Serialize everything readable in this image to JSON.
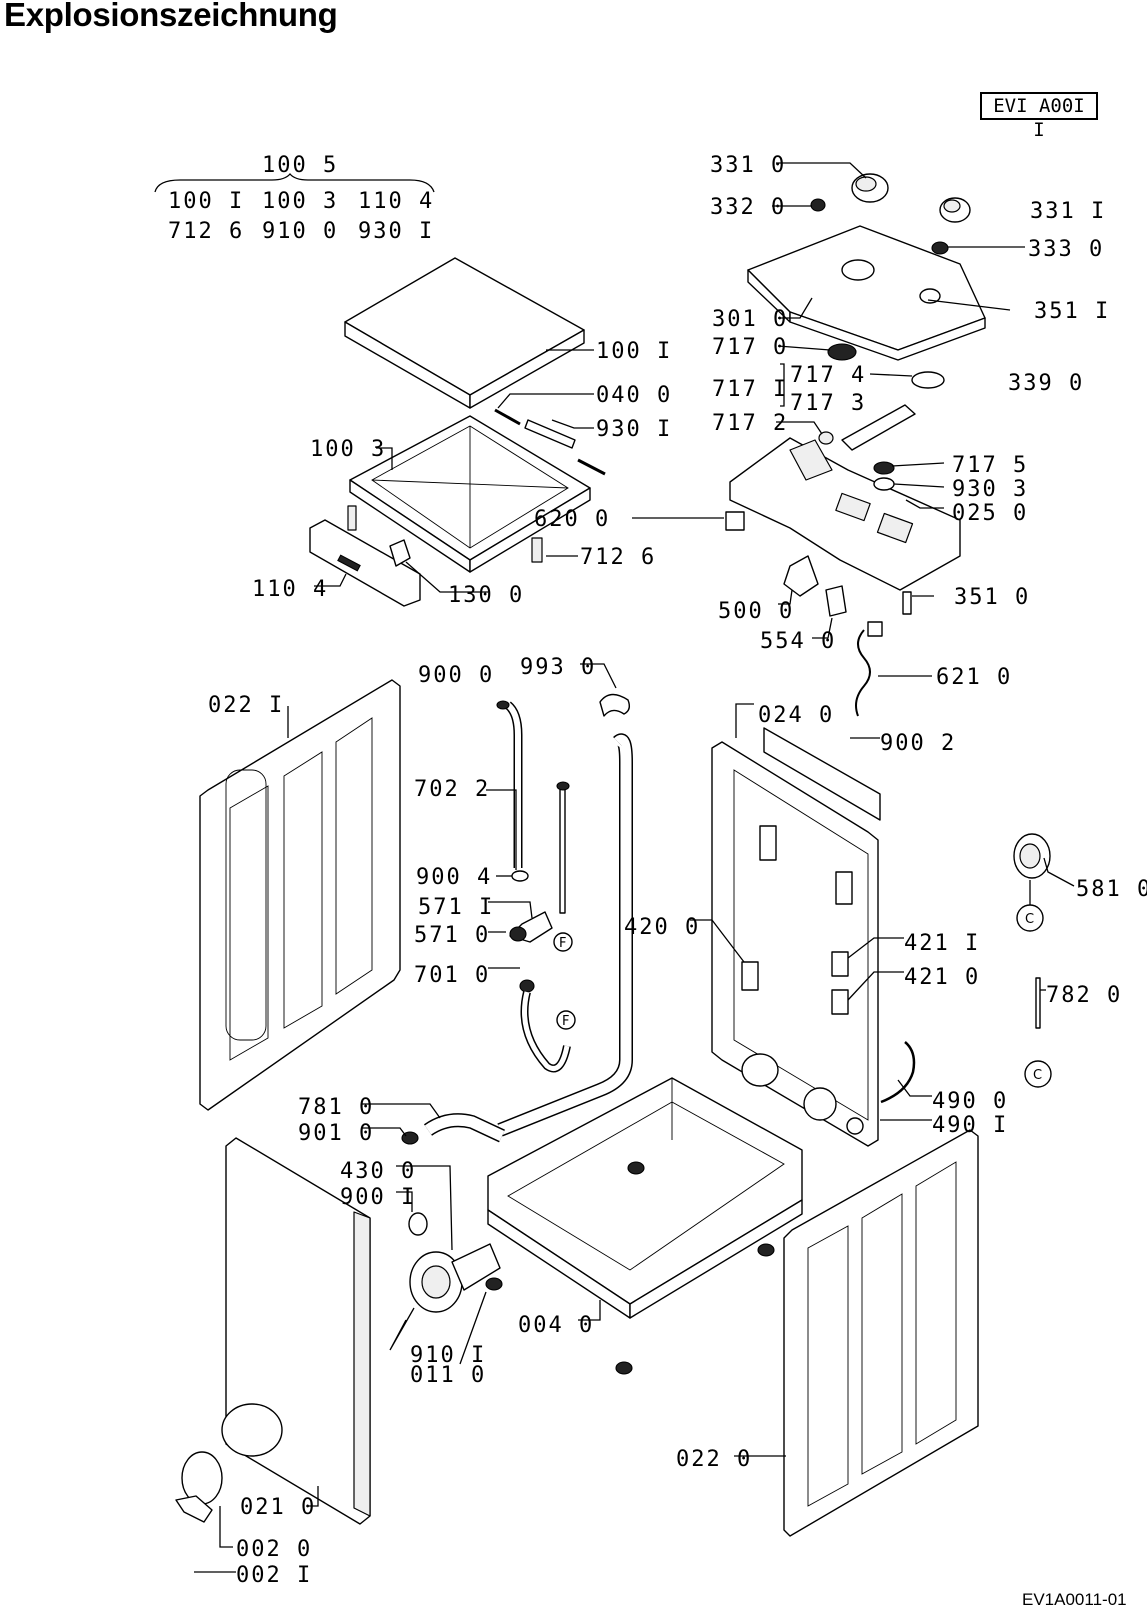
{
  "title": "Explosionszeichnung",
  "diagram_code": "EVI A00I I",
  "drawing_code": "EV1A0011-01",
  "kit": {
    "label": "100 5",
    "row1": [
      "100 I",
      "100 3",
      "110 4"
    ],
    "row2": [
      "712 6",
      "910 0",
      "930 I"
    ]
  },
  "parts": {
    "p3310": "331 0",
    "p3320": "332 0",
    "p3311": "331 I",
    "p3330": "333 0",
    "p3010": "301 0",
    "p3511": "351 I",
    "p7170": "717 0",
    "p7174": "717 4",
    "p3390": "339 0",
    "p7171": "717 I",
    "p7173": "717 3",
    "p7172": "717 2",
    "p7175": "717 5",
    "p9303": "930 3",
    "p0250": "025 0",
    "p6200": "620 0",
    "p5000": "500 0",
    "p3510": "351 0",
    "p5540": "554 0",
    "p6210": "621 0",
    "p1001": "100 I",
    "p0400": "040 0",
    "p9301": "930 I",
    "p1003": "100 3",
    "p7126": "712 6",
    "p1104": "110 4",
    "p1300": "130 0",
    "p0221": "022 I",
    "p9000": "900 0",
    "p9930": "993 0",
    "p7022": "702 2",
    "p9004": "900 4",
    "p5711": "571 I",
    "p5710": "571 0",
    "p7010": "701 0",
    "p4200": "420 0",
    "p0240": "024 0",
    "p9002": "900 2",
    "p5810": "581 0",
    "p4211": "421 I",
    "p4210": "421 0",
    "p7820": "782 0",
    "p4900": "490 0",
    "p4901": "490 I",
    "p7810": "781 0",
    "p9010": "901 0",
    "p4300": "430 0",
    "p9001": "900 I",
    "p0040": "004 0",
    "p9101": "910 I",
    "p0110": "011 0",
    "p0220": "022 0",
    "p0210": "021 0",
    "p0200": "002 0",
    "p0021": "002 I"
  },
  "refs": {
    "F": "F",
    "C": "C"
  }
}
